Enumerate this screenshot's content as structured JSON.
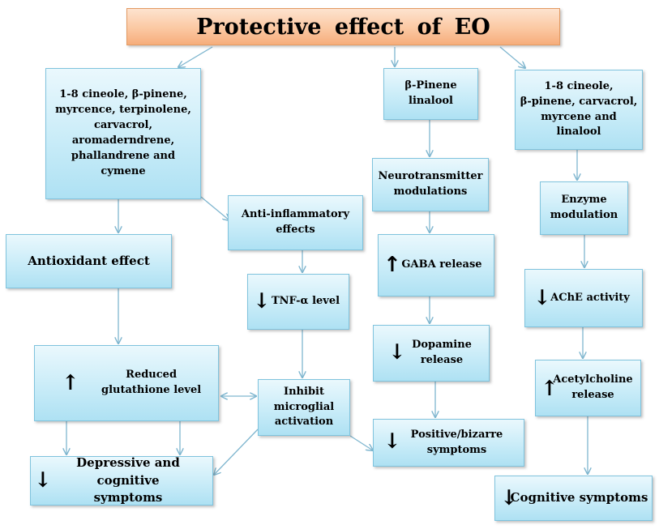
{
  "title": "Protective  effect  of  EO",
  "indicators": {
    "up": "↑",
    "down": "↓"
  },
  "colors": {
    "box_fill": "#c9ecf8",
    "box_border": "#7fc3dd",
    "title_fill": "#fbc8a2",
    "arrow": "#7fb6cf"
  },
  "boxes": {
    "compounds_left": "1-8 cineole, β-pinene,\nmyrcence, terpinolene,\ncarvacrol,\naromaderndrene,\nphallandrene and\ncymene",
    "compounds_mid": "β-Pinene\nlinalool",
    "compounds_right": "1-8 cineole,\nβ-pinene, carvacrol,\nmyrcene and\nlinalool",
    "antioxidant": "Antioxidant  effect",
    "anti_inflammatory": "Anti-inflammatory\neffects",
    "tnf": "TNF-α level",
    "glutathione": "Reduced\nglutathione level",
    "microglial": "Inhibit\nmicroglial\nactivation",
    "depressive": "Depressive and cognitive\nsymptoms",
    "neurotransmitter": "Neurotransmitter\nmodulations",
    "gaba": "GABA  release",
    "dopamine": "Dopamine\nrelease",
    "positive": "Positive/bizarre\nsymptoms",
    "enzyme": "Enzyme\nmodulation",
    "ache": "AChE activity",
    "acetylcholine": "Acetylcholine\nrelease",
    "cognitive": "Cognitive symptoms"
  }
}
